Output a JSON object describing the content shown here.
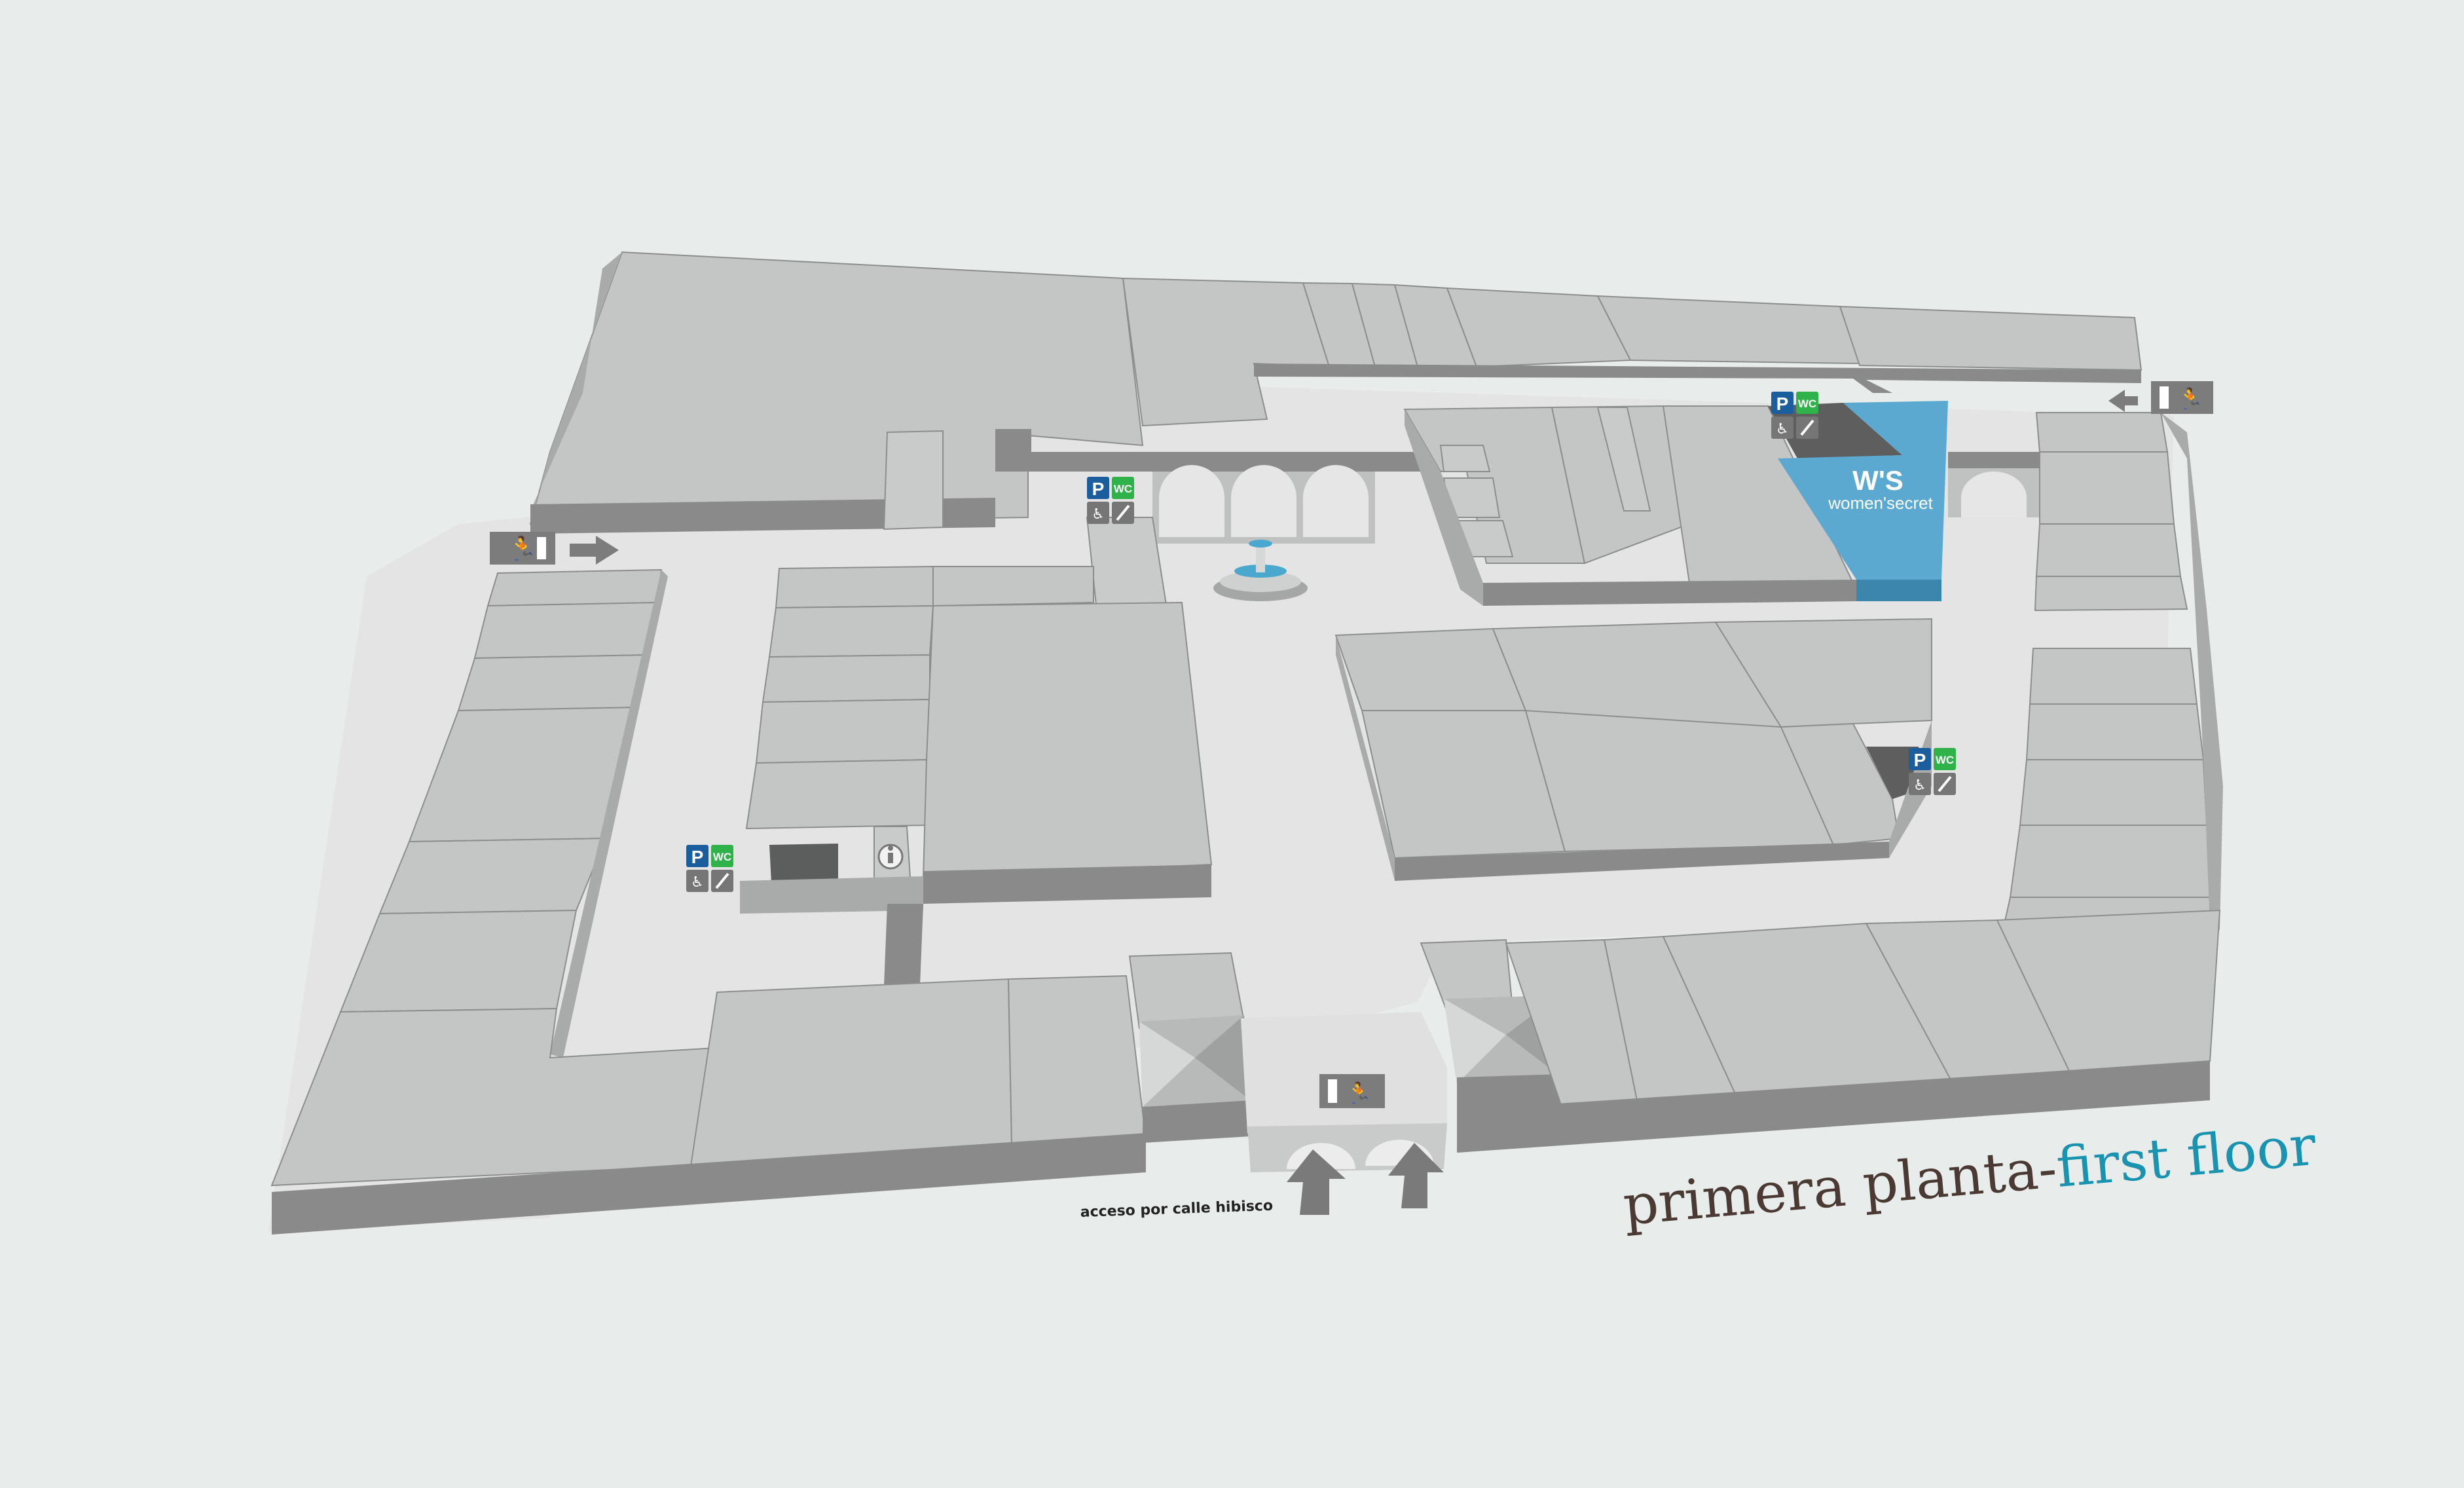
{
  "title": {
    "spanish": "primera planta-",
    "english": "first floor",
    "spanish_color": "#4a3a33",
    "english_color": "#1a93b0"
  },
  "access_label": "acceso por calle hibisco",
  "highlight_store": {
    "logo": "W'S",
    "name": "women'secret",
    "color": "#5ba8d1"
  },
  "service_signs": {
    "parking": "P",
    "wc": "WC",
    "parking_color": "#1b5e9e",
    "wc_color": "#2fb24a",
    "icons": [
      "wheelchair-icon",
      "escalator-icon"
    ]
  },
  "info_icon": "information-icon",
  "exit_icon": "emergency-exit-icon",
  "fountain_icon": "fountain-icon",
  "colors": {
    "background": "#e8ecea",
    "store_top": "#c4c6c5",
    "wall": "#8a8a8a",
    "corridor": "#e4e4e4"
  }
}
